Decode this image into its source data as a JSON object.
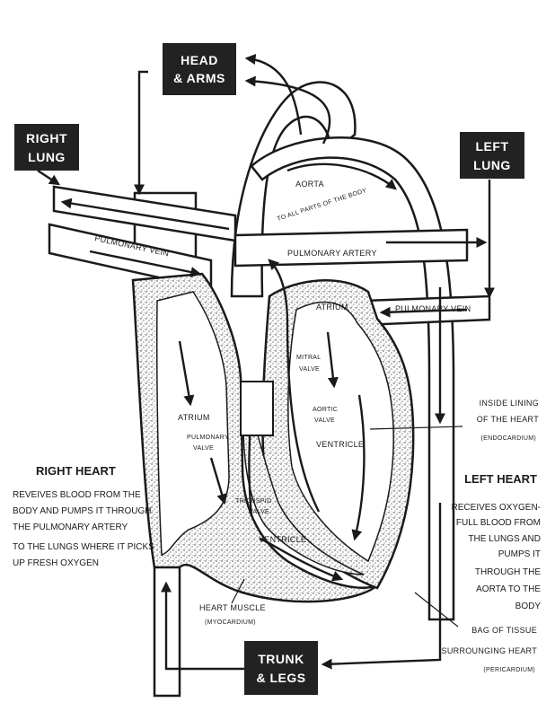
{
  "boxes": {
    "head_arms": [
      "HEAD",
      "& ARMS"
    ],
    "right_lung": [
      "RIGHT",
      "LUNG"
    ],
    "left_lung": [
      "LEFT",
      "LUNG"
    ],
    "trunk_legs": [
      "TRUNK",
      "& LEGS"
    ]
  },
  "labels": {
    "aorta": "AORTA",
    "to_all_parts": "TO ALL PARTS OF THE BODY",
    "pulmonary_vein_left": "PULMONARY VEIN",
    "pulmonary_artery": "PULMONARY ARTERY",
    "pulmonary_vein_right": "PULMONARY VEIN",
    "atrium_left": "ATRIUM",
    "mitral_valve": [
      "MITRAL",
      "VALVE"
    ],
    "aortic_valve": [
      "AORTIC",
      "VALVE"
    ],
    "atrium_right": "ATRIUM",
    "pulmonary_valve": [
      "PULMONARY",
      "VALVE"
    ],
    "ventricle_left": "VENTRICLE",
    "tricuspid_valve": [
      "TRICUSPID",
      "VALVE"
    ],
    "ventricle_right": "VENTRICLE",
    "heart_muscle": [
      "HEART MUSCLE",
      "(MYOCARDIUM)"
    ],
    "inside_lining": [
      "INSIDE LINING",
      "OF THE HEART",
      "(ENDOCARDIUM)"
    ],
    "bag_of_tissue": [
      "BAG OF TISSUE",
      "SURROUNGING HEART",
      "(PERICARDIUM)"
    ]
  },
  "right_heart": {
    "title": "RIGHT HEART",
    "lines": [
      "REVEIVES BLOOD FROM THE",
      "BODY AND PUMPS IT THROUGH",
      "THE PULMONARY ARTERY",
      "TO THE LUNGS WHERE IT PICKS",
      "UP FRESH OXYGEN"
    ]
  },
  "left_heart": {
    "title": "LEFT HEART",
    "lines": [
      "RECEIVES OXYGEN-",
      "FULL BLOOD FROM",
      "THE LUNGS AND",
      "PUMPS IT",
      "THROUGH THE",
      "AORTA TO THE",
      "BODY"
    ]
  },
  "colors": {
    "ink": "#1a1a1a",
    "box_fill": "#222222",
    "paper": "#ffffff"
  }
}
